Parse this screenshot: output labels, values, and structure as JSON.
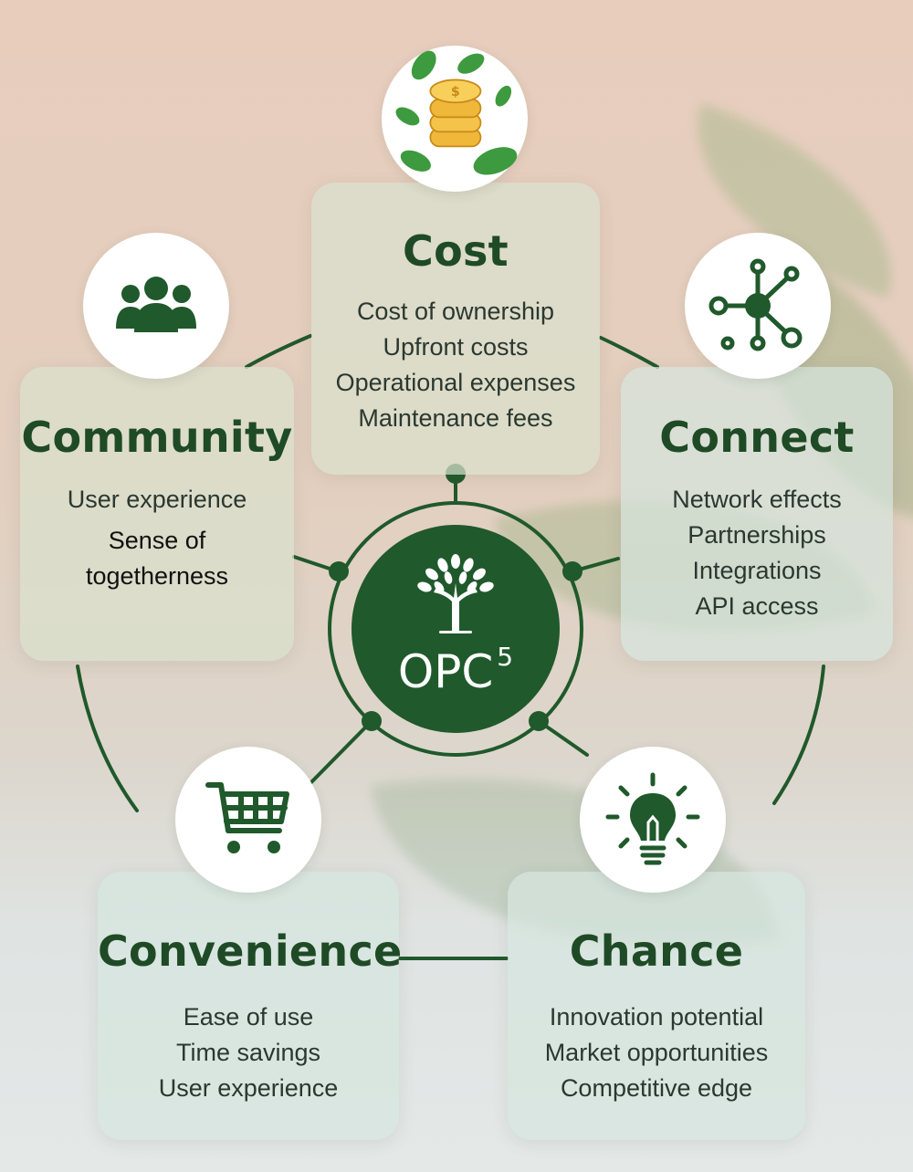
{
  "hub": {
    "label": "OPC",
    "superscript": "5",
    "icon": "tree-icon"
  },
  "segments": [
    {
      "id": "cost",
      "title": "Cost",
      "icon": "coins-leaves-icon",
      "items": [
        "Cost of ownership",
        "Upfront costs",
        "Operational expenses",
        "Maintenance fees"
      ]
    },
    {
      "id": "community",
      "title": "Community",
      "icon": "people-group-icon",
      "items": [
        "User experience",
        "Sense of",
        "togetherness"
      ]
    },
    {
      "id": "connect",
      "title": "Connect",
      "icon": "network-nodes-icon",
      "items": [
        "Network effects",
        "Partnerships",
        "Integrations",
        "API access"
      ]
    },
    {
      "id": "convenience",
      "title": "Convenience",
      "icon": "shopping-cart-icon",
      "items": [
        "Ease of use",
        "Time savings",
        "User experience"
      ]
    },
    {
      "id": "chance",
      "title": "Chance",
      "icon": "lightbulb-icon",
      "items": [
        "Innovation potential",
        "Market opportunities",
        "Competitive edge"
      ]
    }
  ],
  "colors": {
    "primary_green": "#20592b",
    "heading_green": "#1f4a26",
    "card_tan": "#dae0cd",
    "card_mint": "#d6e6de",
    "coin_gold": "#f0b83a"
  }
}
